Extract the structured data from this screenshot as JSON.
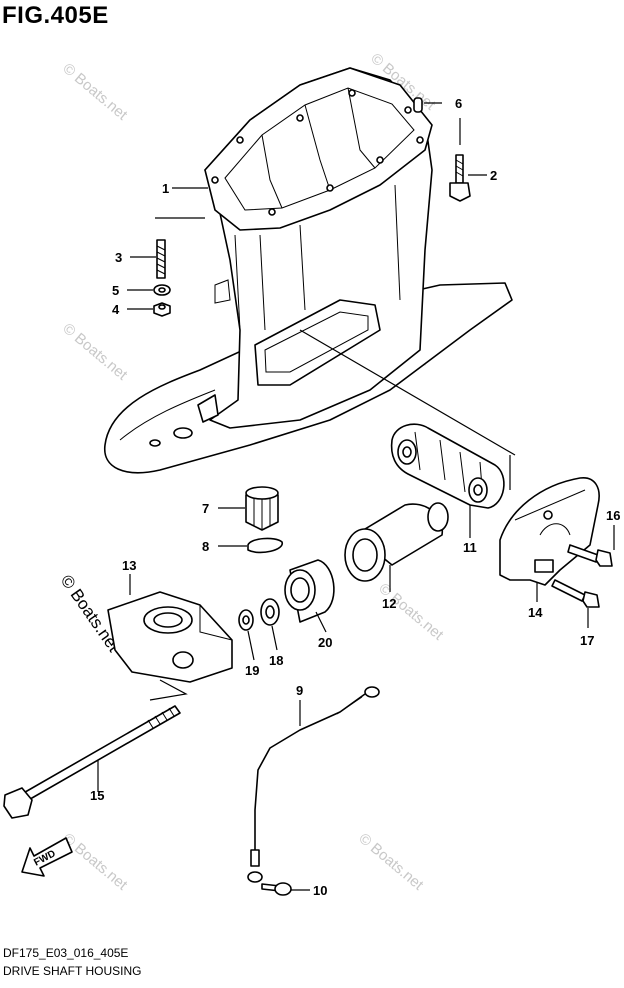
{
  "figure": {
    "title": "FIG.405E",
    "code": "DF175_E03_016_405E",
    "name": "DRIVE SHAFT HOUSING"
  },
  "watermark": "© Boats.net",
  "fwd_arrow_label": "FWD",
  "callouts": [
    "1",
    "2",
    "3",
    "4",
    "5",
    "6",
    "7",
    "8",
    "9",
    "10",
    "11",
    "12",
    "13",
    "14",
    "15",
    "16",
    "17",
    "18",
    "19",
    "20"
  ]
}
